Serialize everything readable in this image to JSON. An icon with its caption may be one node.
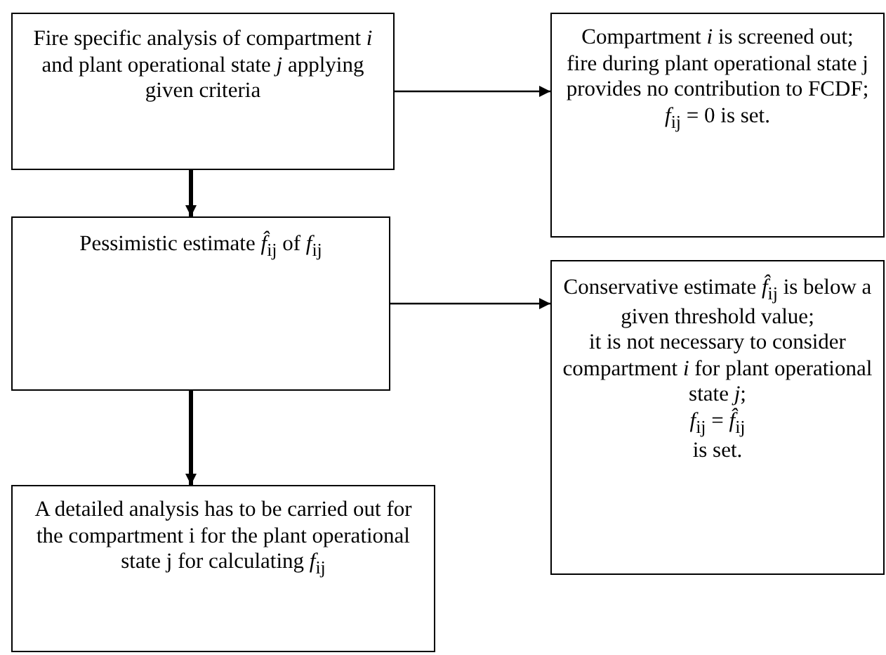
{
  "diagram": {
    "nodes": [
      {
        "text": [
          "Fire specific analysis of compartment *i* and plant operational state *j* applying given criteria"
        ]
      },
      {
        "text": [
          "Compartment *i* is screened out;",
          "fire during plant operational state j provides no contribution to FCDF;",
          "*f*$_{ij}$ = 0 is set."
        ]
      },
      {
        "text": [
          "Pessimistic estimate *f̂*$_{ij}$  of  *f*$_{ij}$"
        ]
      },
      {
        "text": [
          "Conservative estimate  *f̂*$_{ij}$ is below a given threshold value;",
          "it is not necessary to consider compartment *i* for plant operational state *j*;",
          "*f*$_{ij}$ = *f̂*$_{ij}$",
          "is set."
        ]
      },
      {
        "text": [
          "A detailed analysis has to be carried out for the compartment i for the plant operational state j for calculating  *f*$_{ij}$"
        ]
      }
    ],
    "edges": [
      {
        "from": 0,
        "to": 1,
        "arrow": "to"
      },
      {
        "from": 0,
        "to": 2,
        "arrow": "to",
        "style": "thick"
      },
      {
        "from": 2,
        "to": 3,
        "arrow": "to"
      },
      {
        "from": 2,
        "to": 4,
        "arrow": "to",
        "style": "thick"
      }
    ]
  }
}
